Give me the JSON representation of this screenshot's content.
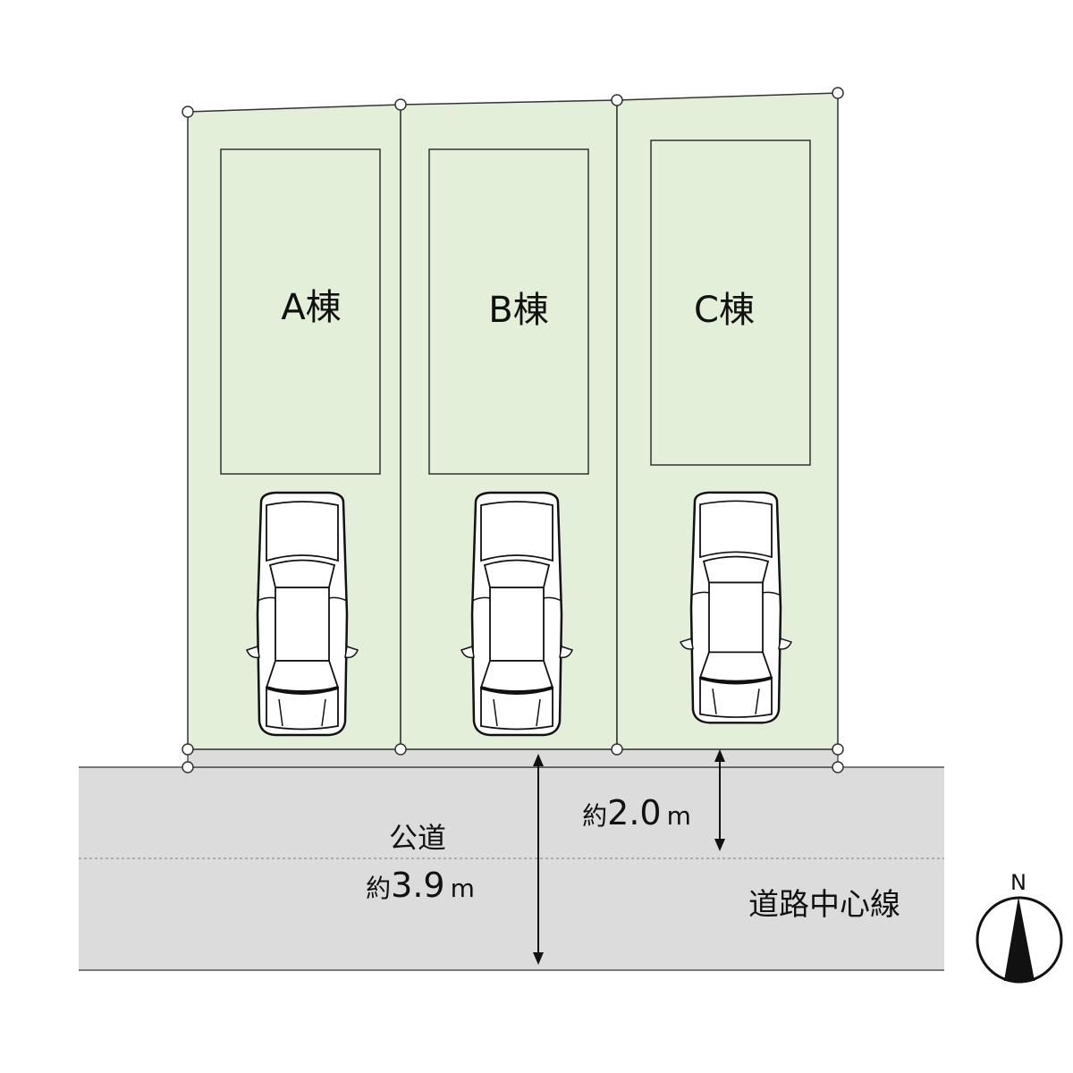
{
  "colors": {
    "lot": "#e3efd8",
    "road": "#dcdcdc",
    "line": "#333333"
  },
  "lots": [
    {
      "label": "A棟"
    },
    {
      "label": "B棟"
    },
    {
      "label": "C棟"
    }
  ],
  "road": {
    "name": "公道",
    "width_label_prefix": "約",
    "width_value": "3.9",
    "width_unit": "m",
    "setback_prefix": "約",
    "setback_value": "2.0",
    "setback_unit": "m",
    "centerline_label": "道路中心線"
  },
  "compass": {
    "label": "N",
    "icon": "north-arrow-icon"
  }
}
